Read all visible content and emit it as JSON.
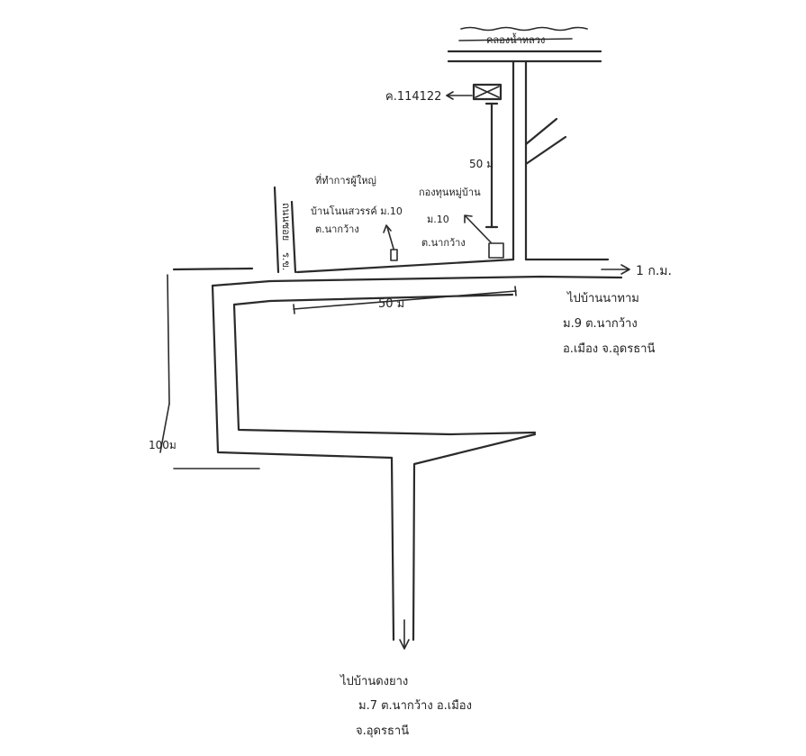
{
  "labels": {
    "canal": "คลองน้ำหลวง",
    "house_number": "ค.114122",
    "dist_canal_road": "50 ม",
    "office_line1": "ที่ทำการผู้ใหญ่",
    "office_line2": "บ้านโนนสวรรค์ ม.10",
    "office_line3": "ต.นากว้าง",
    "fund_line1": "กองทุนหมู่บ้าน",
    "fund_line2": "ม.10",
    "fund_line3": "ต.นากว้าง",
    "side_road": "ถนนซอย",
    "side_road_2": "ร.ข.",
    "dist_main_road": "50 ม",
    "dist_left": "100ม",
    "east_distance": "1 ก.ม.",
    "east_dest_line1": "ไปบ้านนาทาม",
    "east_dest_line2": "ม.9 ต.นากว้าง",
    "east_dest_line3": "อ.เมือง จ.อุดรธานี",
    "south_dest_line1": "ไปบ้านดงยาง",
    "south_dest_line2": "ม.7 ต.นากว้าง อ.เมือง",
    "south_dest_line3": "จ.อุดรธานี"
  }
}
